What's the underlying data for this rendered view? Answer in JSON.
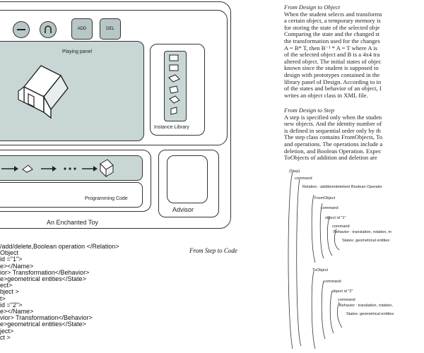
{
  "diagram": {
    "buttons": {
      "add": "ADD",
      "del": "DEL"
    },
    "playing_panel_label": "Playing panel",
    "instance_library_label": "Instance Library",
    "programming_code_label": "Programming Code",
    "advisor_label": "Advisor",
    "toy_caption": "An Enchanted Toy",
    "sequence_ellipsis": "→ → • • • →"
  },
  "code_listing": {
    "heading": "From Step to Code",
    "lines": [
      "/add/delete,Boolean operation </Relation>",
      "Object",
      "id =\"1\">",
      "e></Name>",
      "ior> Transformation</Behavior>",
      "e>geometrical entities</State>",
      "ect>",
      "bject >",
      "t>",
      "id =\"2\">",
      "e></Name>",
      "vior> Transformation</Behavior>",
      "e>geometrical entities</State>",
      "ject>",
      "ct >"
    ]
  },
  "text": {
    "section1_heading": "From Design to Object",
    "section1_lines": [
      "When the student selects and transforms",
      "a certain object, a temporary memory is",
      "for storing the state of the selected obje",
      "Comparing the state and the changed st",
      "the transformation used for the changes",
      "A = B* T, then B⁻¹ * A = T where A is",
      "of the selected object and B is a 4x4 tra",
      "altered object. The initial states of objec",
      "known since the student is supposed to",
      "design with prototypes contained in the",
      "library panel of Design. According to in",
      "of the states and behavior of an object, I",
      "writes an object class in XML file."
    ],
    "section2_heading": "From Design to Step",
    "section2_lines": [
      "A step is specified only when the studen",
      "new objects. And the identity number of",
      "is defined in sequential order only by th",
      "The step class contains FromObjects, To",
      "and operations. The operations include a",
      "deletion, and Boolean Operation. Expec",
      "ToObjects of addition and deletion are"
    ]
  },
  "xml_tree": {
    "step": "{Step}",
    "command": "command",
    "relation": "Relation : addition/deletion/ Boolean Operatio",
    "from_object": "FromObject",
    "object_id_1": "object id \"1\"",
    "behavior": "Behavior : translation, rotation, m",
    "states": "States: geometrical entities",
    "to_object": "ToObject",
    "object_id_2": "object id \"2\"",
    "behavior2": "Behavior : translation, rotation,",
    "states2": "States: geometrical entities"
  }
}
